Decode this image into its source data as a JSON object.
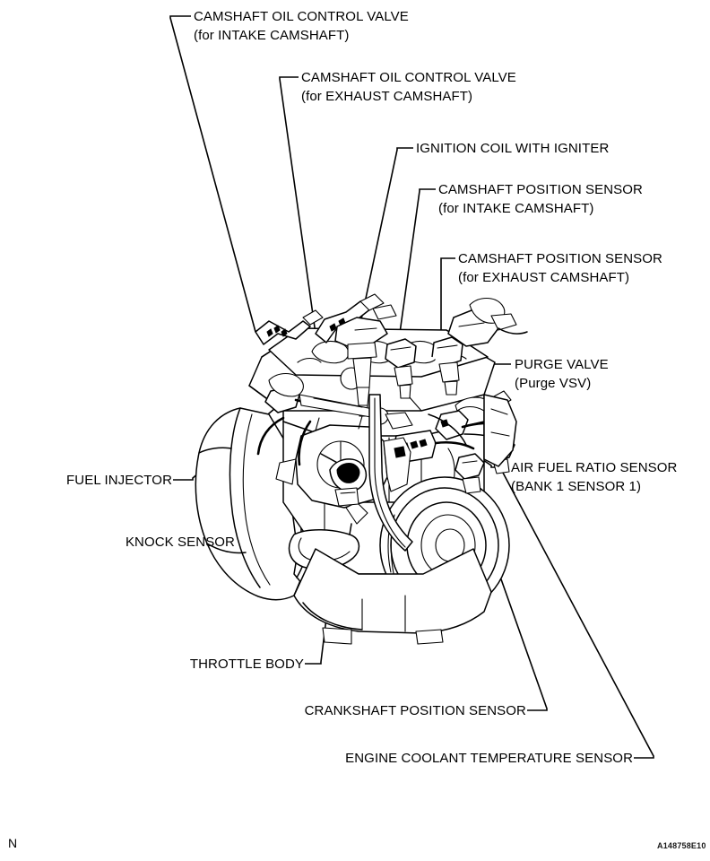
{
  "figure": {
    "type": "engine-component-location-diagram",
    "subject": "Engine assembly with sensor and actuator callouts",
    "corner_mark": "N",
    "figure_code": "A148758E10"
  },
  "callouts": [
    {
      "id": "camshaft-oil-control-valve-intake",
      "line1": "CAMSHAFT OIL CONTROL VALVE",
      "line2": "(for INTAKE CAMSHAFT)"
    },
    {
      "id": "camshaft-oil-control-valve-exhaust",
      "line1": "CAMSHAFT OIL CONTROL VALVE",
      "line2": "(for EXHAUST CAMSHAFT)"
    },
    {
      "id": "ignition-coil-with-igniter",
      "line1": "IGNITION COIL WITH IGNITER",
      "line2": ""
    },
    {
      "id": "camshaft-position-sensor-intake",
      "line1": "CAMSHAFT POSITION SENSOR",
      "line2": "(for INTAKE CAMSHAFT)"
    },
    {
      "id": "camshaft-position-sensor-exhaust",
      "line1": "CAMSHAFT POSITION SENSOR",
      "line2": "(for EXHAUST CAMSHAFT)"
    },
    {
      "id": "purge-valve",
      "line1": "PURGE VALVE",
      "line2": "(Purge VSV)"
    },
    {
      "id": "air-fuel-ratio-sensor",
      "line1": "AIR FUEL RATIO SENSOR",
      "line2": "(BANK 1 SENSOR 1)"
    },
    {
      "id": "fuel-injector",
      "line1": "FUEL INJECTOR",
      "line2": ""
    },
    {
      "id": "knock-sensor",
      "line1": "KNOCK SENSOR",
      "line2": ""
    },
    {
      "id": "throttle-body",
      "line1": "THROTTLE BODY",
      "line2": ""
    },
    {
      "id": "crankshaft-position-sensor",
      "line1": "CRANKSHAFT POSITION SENSOR",
      "line2": ""
    },
    {
      "id": "engine-coolant-temperature-sensor",
      "line1": "ENGINE COOLANT TEMPERATURE SENSOR",
      "line2": ""
    }
  ]
}
